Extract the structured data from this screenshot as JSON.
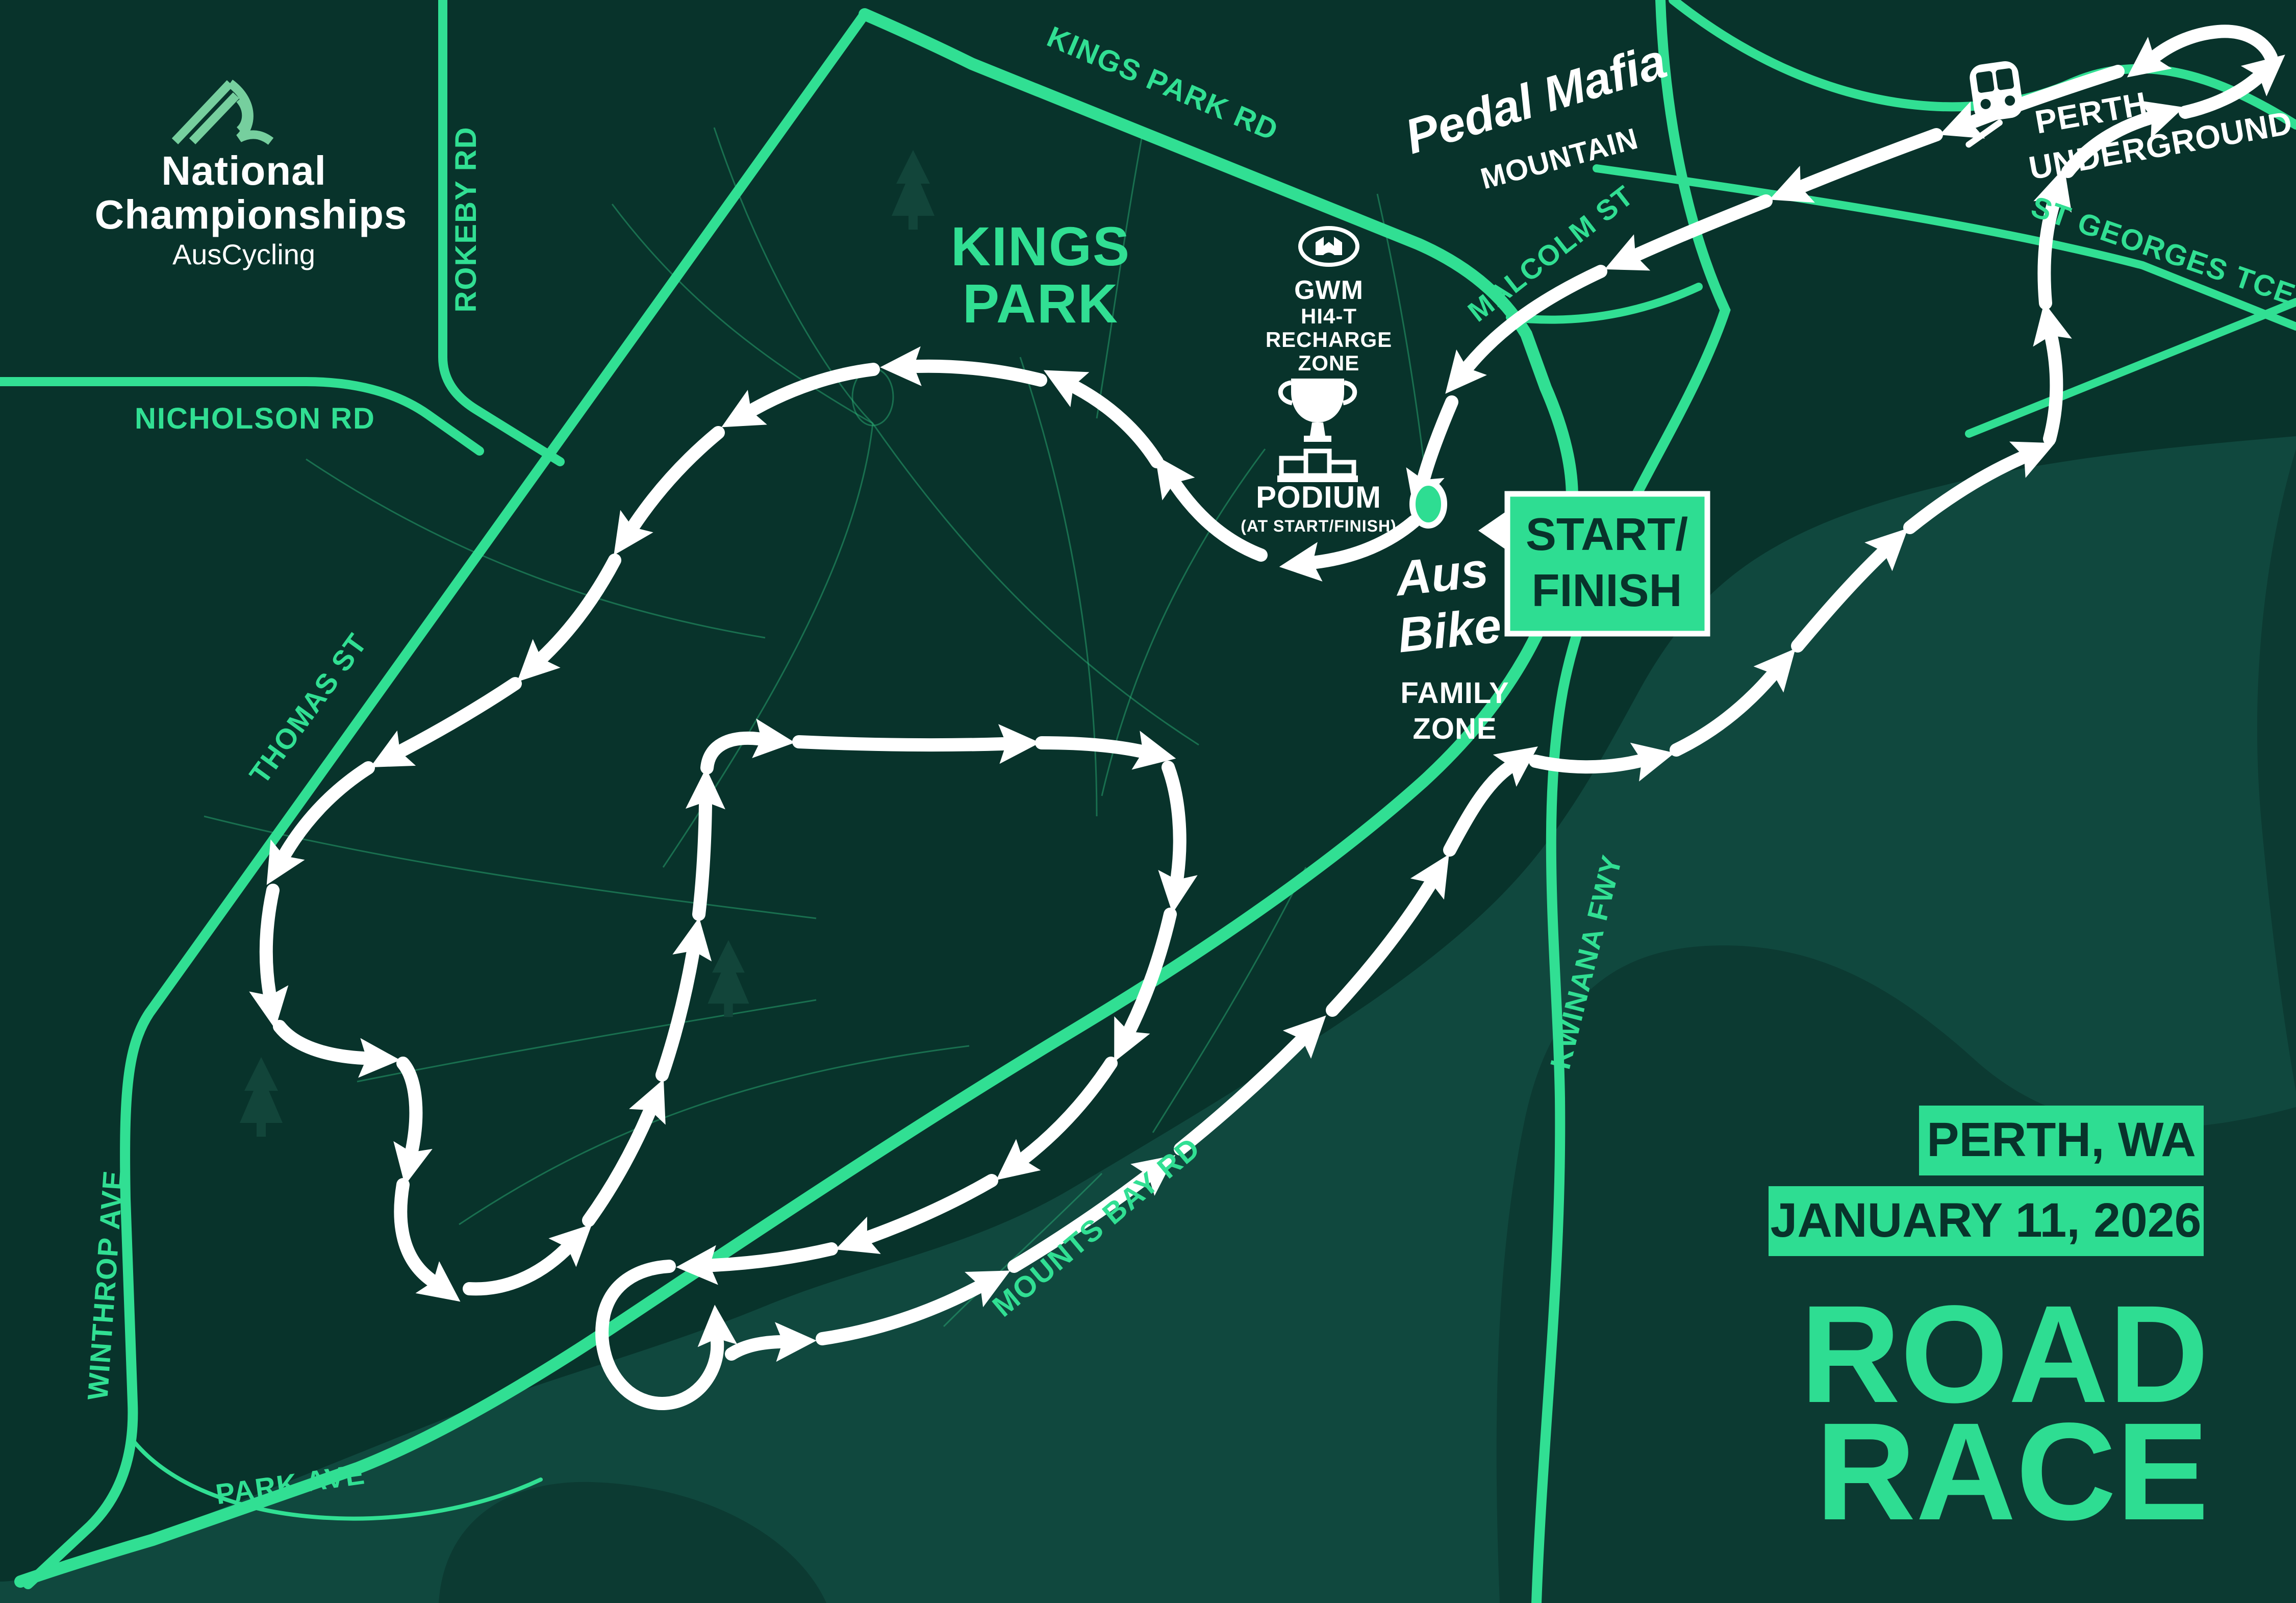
{
  "brand": {
    "line1": "National",
    "line2": "Championships",
    "line3": "AusCycling"
  },
  "park": {
    "line1": "KINGS",
    "line2": "PARK"
  },
  "roads": {
    "kings_park_rd": "KINGS PARK RD",
    "rokeby_rd": "ROKEBY RD",
    "nicholson_rd": "NICHOLSON RD",
    "thomas_st": "THOMAS ST",
    "winthrop_ave": "WINTHROP AVE",
    "park_ave": "PARK AVE",
    "mounts_bay_rd": "MOUNTS BAY RD",
    "kwinana_fwy": "KWINANA FWY",
    "malcolm_st": "MALCOLM ST",
    "st_georges_tce": "ST GEORGES TCE"
  },
  "markers": {
    "recharge": {
      "brand": "GWM",
      "l1": "HI4-T",
      "l2": "RECHARGE",
      "l3": "ZONE"
    },
    "podium": {
      "title": "PODIUM",
      "sub": "(AT START/FINISH)"
    },
    "start_finish": {
      "l1": "START/",
      "l2": "FINISH"
    },
    "mountain": {
      "script": "Pedal Mafia",
      "label": "MOUNTAIN"
    },
    "family": {
      "s1": "Aus",
      "s2": "Bike",
      "l1": "FAMILY",
      "l2": "ZONE"
    },
    "station": {
      "l1": "PERTH",
      "l2": "UNDERGROUND"
    }
  },
  "footer": {
    "location": "PERTH, WA",
    "date": "JANUARY 11, 2026",
    "title1": "ROAD",
    "title2": "RACE"
  },
  "colors": {
    "land": "#08332b",
    "water": "#10483e",
    "water_deep": "#0c3a32",
    "accent": "#31df93",
    "badge": "#2edd92",
    "route": "#ffffff",
    "logo_sage": "#76cf9e"
  }
}
